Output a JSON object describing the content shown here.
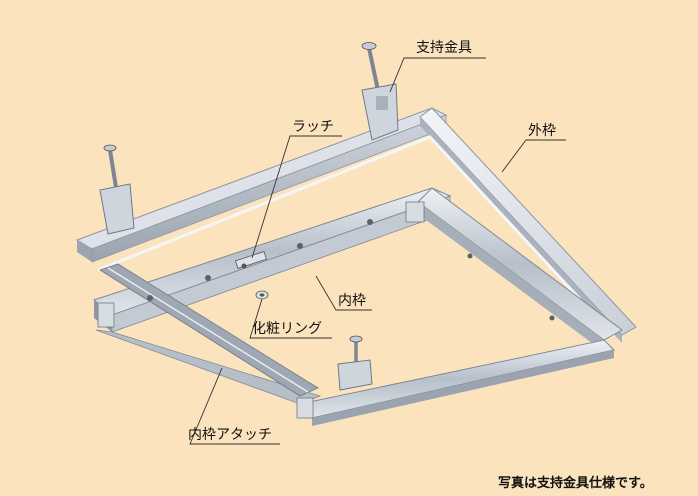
{
  "labels": {
    "support_bracket": "支持金具",
    "outer_frame": "外枠",
    "latch": "ラッチ",
    "inner_frame": "内枠",
    "decorative_ring": "化粧リング",
    "inner_frame_attachment": "内枠アタッチ"
  },
  "caption": "写真は支持金具仕様です。",
  "colors": {
    "background": "#fbe3bd",
    "frame_light": "#e6e9ee",
    "frame_mid": "#b9c0ca",
    "frame_dark": "#8d96a3",
    "leader": "#333333"
  }
}
